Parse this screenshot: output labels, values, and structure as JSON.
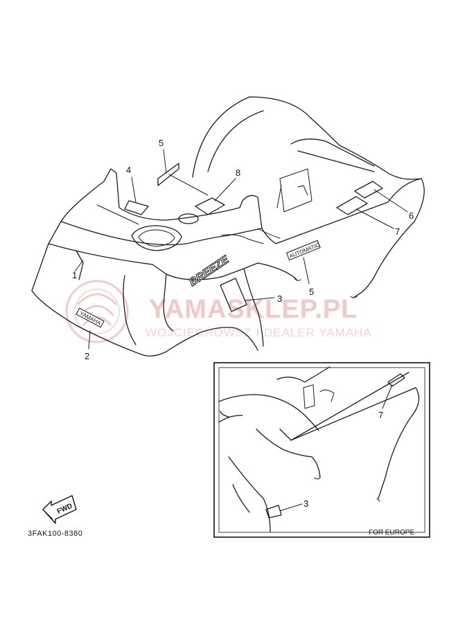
{
  "callouts": [
    "1",
    "2",
    "3",
    "4",
    "5",
    "5",
    "6",
    "7",
    "8",
    "3",
    "7"
  ],
  "inset": {
    "caption": "FOR EUROPE"
  },
  "fwd_label": "FWD",
  "part_code": "3FAK100-8380",
  "decals": {
    "yamaha": "YAMAHA",
    "automatic": "AUTOMATIC",
    "model": "BREEZE"
  },
  "watermark": {
    "brand": "YAMASKLEP.PL",
    "sub": "WOJCIECHOWSZ I DEALER YAMAHA",
    "color": "#e8a4a4"
  }
}
